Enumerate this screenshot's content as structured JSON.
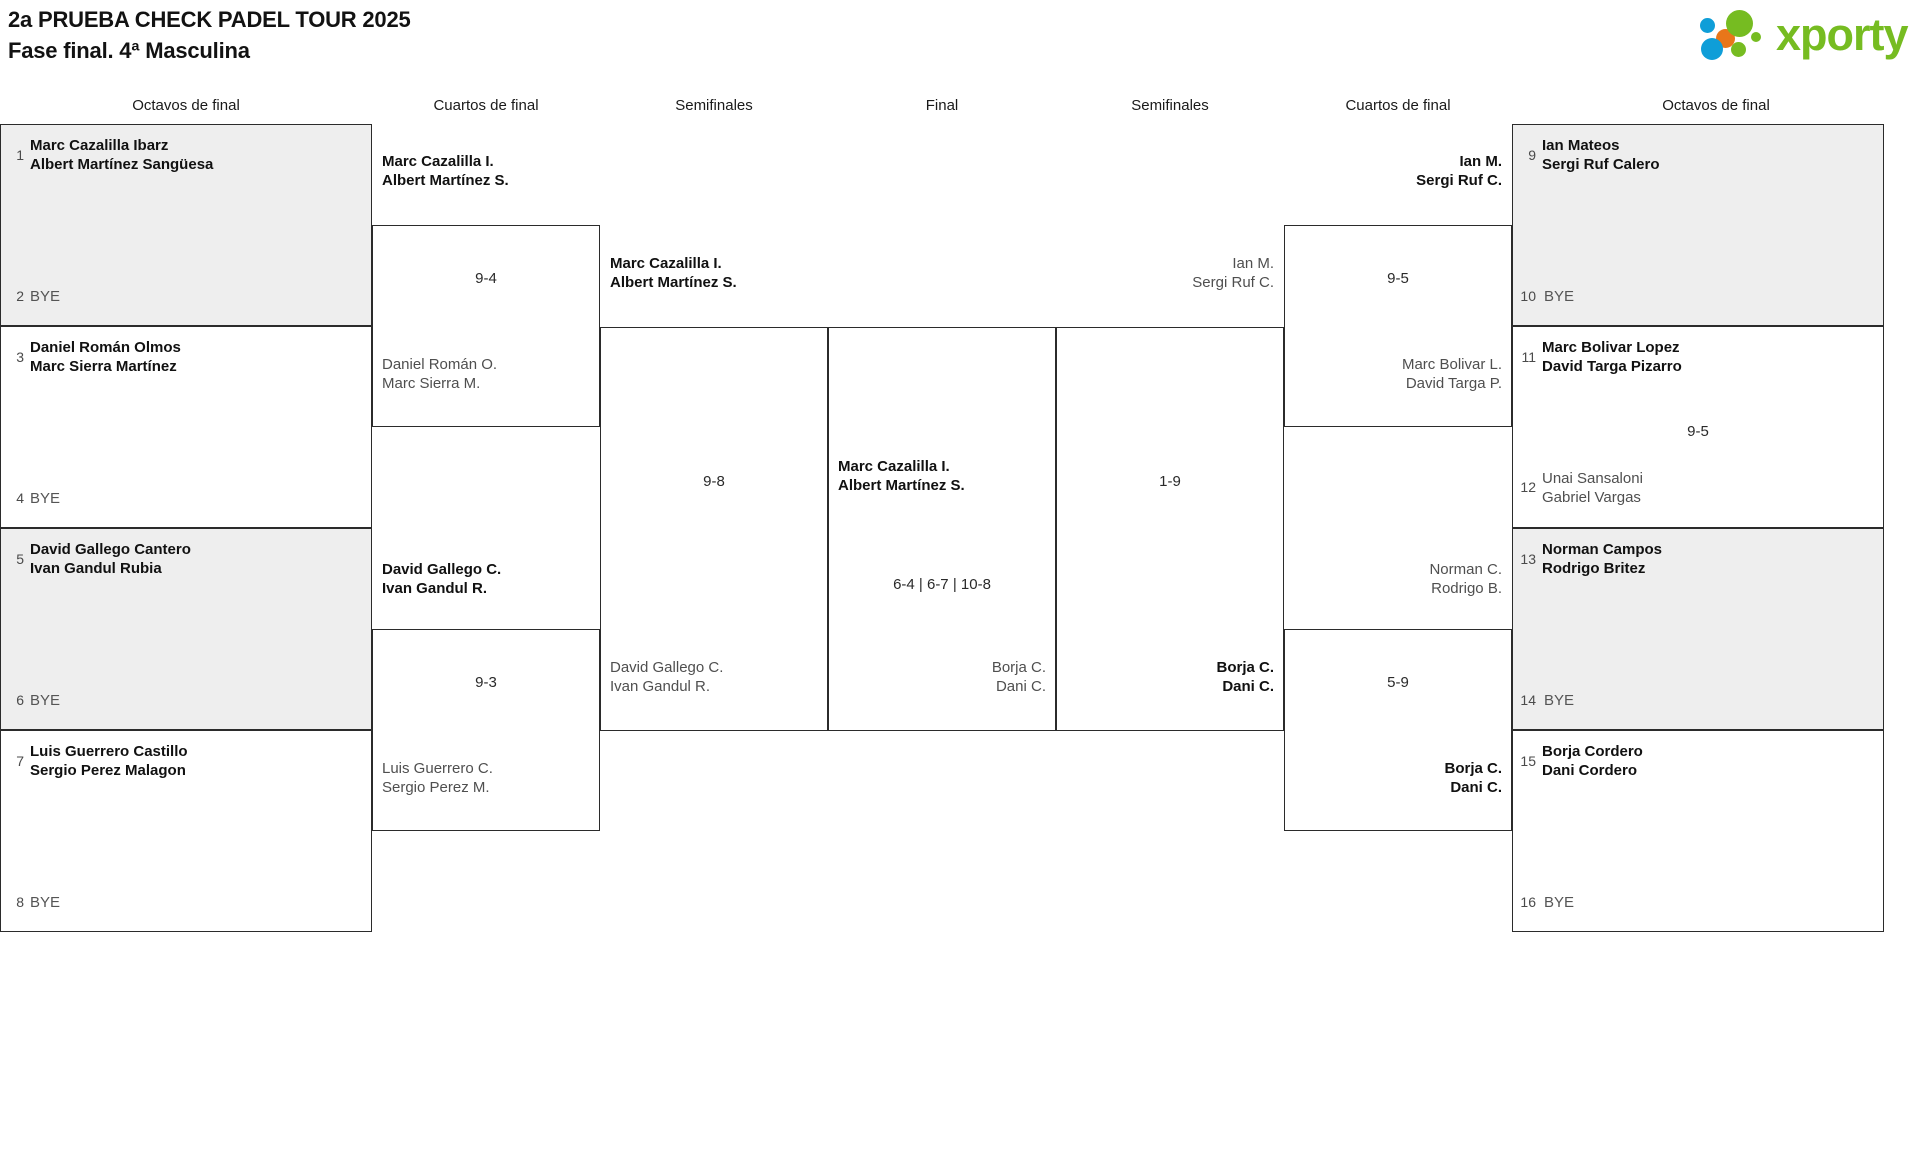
{
  "header": {
    "title_line1": "2a PRUEBA CHECK PADEL TOUR 2025",
    "title_line2": "Fase final. 4ª Masculina",
    "logo_text": "xporty",
    "logo_colors": {
      "green": "#76bc21",
      "blue": "#0f9ed8",
      "orange": "#e8761a"
    }
  },
  "round_headers": {
    "left_r16": "Octavos de final",
    "left_qf": "Cuartos de final",
    "left_sf": "Semifinales",
    "final": "Final",
    "right_sf": "Semifinales",
    "right_qf": "Cuartos de final",
    "right_r16": "Octavos de final"
  },
  "left_side": {
    "round_of_16": [
      {
        "seed": "1",
        "line1": "Marc Cazalilla Ibarz",
        "line2": "Albert Martínez Sangüesa",
        "status": "win"
      },
      {
        "seed": "2",
        "line1": "BYE",
        "line2": "",
        "status": "bye"
      },
      {
        "seed": "3",
        "line1": "Daniel Román Olmos",
        "line2": "Marc Sierra Martínez",
        "status": "win"
      },
      {
        "seed": "4",
        "line1": "BYE",
        "line2": "",
        "status": "bye"
      },
      {
        "seed": "5",
        "line1": "David Gallego Cantero",
        "line2": "Ivan Gandul Rubia",
        "status": "win"
      },
      {
        "seed": "6",
        "line1": "BYE",
        "line2": "",
        "status": "bye"
      },
      {
        "seed": "7",
        "line1": "Luis Guerrero Castillo",
        "line2": "Sergio Perez Malagon",
        "status": "win"
      },
      {
        "seed": "8",
        "line1": "BYE",
        "line2": "",
        "status": "bye"
      }
    ],
    "quarter_finals": [
      {
        "score": "9-4",
        "top": {
          "line1": "Marc Cazalilla I.",
          "line2": "Albert Martínez S.",
          "status": "win"
        },
        "bottom": {
          "line1": "Daniel Román O.",
          "line2": "Marc Sierra M.",
          "status": "lose"
        }
      },
      {
        "score": "9-3",
        "top": {
          "line1": "David Gallego C.",
          "line2": "Ivan Gandul R.",
          "status": "win"
        },
        "bottom": {
          "line1": "Luis Guerrero C.",
          "line2": "Sergio Perez M.",
          "status": "lose"
        }
      }
    ],
    "semi_finals": [
      {
        "score": "9-8",
        "top": {
          "line1": "Marc Cazalilla I.",
          "line2": "Albert Martínez S.",
          "status": "win"
        },
        "bottom": {
          "line1": "David Gallego C.",
          "line2": "Ivan Gandul R.",
          "status": "lose"
        }
      }
    ]
  },
  "final_match": {
    "score": "6-4 | 6-7 | 10-8",
    "left": {
      "line1": "Marc Cazalilla I.",
      "line2": "Albert Martínez S.",
      "status": "win"
    },
    "right": {
      "line1": "Borja C.",
      "line2": "Dani C.",
      "status": "lose"
    }
  },
  "right_side": {
    "round_of_16": [
      {
        "seed": "9",
        "line1": "Ian Mateos",
        "line2": "Sergi Ruf Calero",
        "status": "win"
      },
      {
        "seed": "10",
        "line1": "BYE",
        "line2": "",
        "status": "bye"
      },
      {
        "seed": "11",
        "line1": "Marc Bolivar Lopez",
        "line2": "David Targa Pizarro",
        "status": "win"
      },
      {
        "seed": "12",
        "line1": "Unai Sansaloni",
        "line2": "Gabriel Vargas",
        "status": "lose"
      },
      {
        "seed": "13",
        "line1": "Norman Campos",
        "line2": "Rodrigo Britez",
        "status": "win"
      },
      {
        "seed": "14",
        "line1": "BYE",
        "line2": "",
        "status": "bye"
      },
      {
        "seed": "15",
        "line1": "Borja Cordero",
        "line2": "Dani Cordero",
        "status": "win"
      },
      {
        "seed": "16",
        "line1": "BYE",
        "line2": "",
        "status": "bye"
      }
    ],
    "r16_scores": [
      "9-5"
    ],
    "quarter_finals": [
      {
        "score": "9-5",
        "top": {
          "line1": "Ian M.",
          "line2": "Sergi Ruf C.",
          "status": "win"
        },
        "bottom": {
          "line1": "Marc Bolivar L.",
          "line2": "David Targa P.",
          "status": "lose"
        }
      },
      {
        "score": "5-9",
        "top": {
          "line1": "Norman C.",
          "line2": "Rodrigo B.",
          "status": "lose"
        },
        "bottom": {
          "line1": "Borja C.",
          "line2": "Dani C.",
          "status": "win"
        }
      }
    ],
    "semi_finals": [
      {
        "score": "1-9",
        "top": {
          "line1": "Ian M.",
          "line2": "Sergi Ruf C.",
          "status": "lose"
        },
        "bottom": {
          "line1": "Borja C.",
          "line2": "Dani C.",
          "status": "win"
        }
      }
    ]
  }
}
